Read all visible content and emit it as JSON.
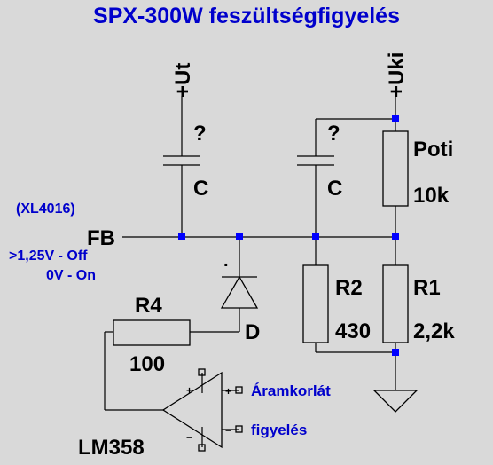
{
  "title": "SPX-300W feszültségfigyelés",
  "colors": {
    "background": "#d9d9d9",
    "wire": "#000000",
    "junction": "#0000ff",
    "blue_text": "#0000cc",
    "black_text": "#000000"
  },
  "labels": {
    "ut": "+Ut",
    "uki": "+Uki",
    "cap_left_value": "?",
    "cap_left_name": "C",
    "cap_right_value": "?",
    "cap_right_name": "C",
    "poti_name": "Poti",
    "poti_value": "10k",
    "r2_name": "R2",
    "r2_value": "430",
    "r1_name": "R1",
    "r1_value": "2,2k",
    "r4_name": "R4",
    "r4_value": "100",
    "diode_name": "D",
    "diode_dot": ".",
    "fb": "FB",
    "xl": "(XL4016)",
    "off_note": ">1,25V - Off",
    "on_note": "0V - On",
    "opamp_name": "LM358",
    "aram": "Áramkorlát",
    "figyeles": "figyelés"
  }
}
